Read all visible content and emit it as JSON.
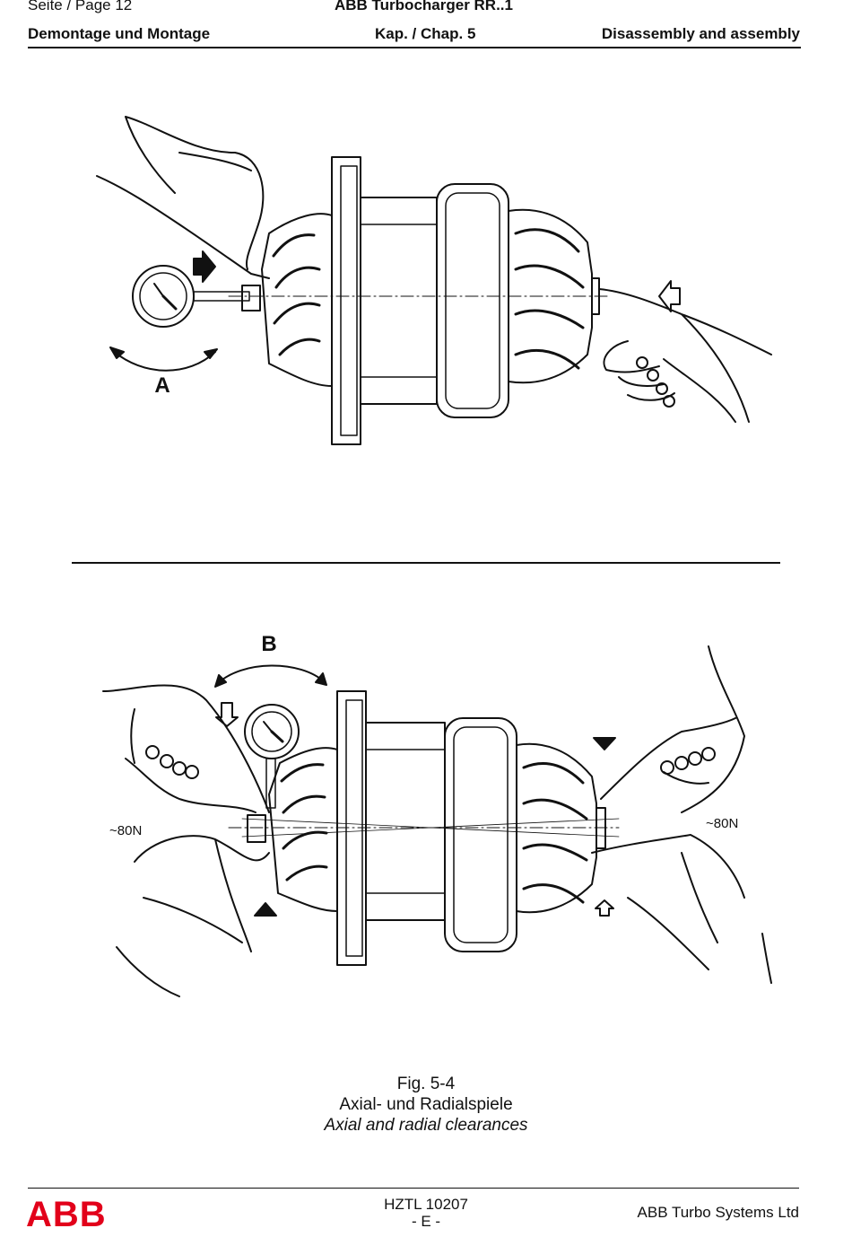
{
  "header": {
    "page_label": "Seite / Page  12",
    "product_title": "ABB Turbocharger RR..1",
    "section_de": "Demontage und Montage",
    "chapter": "Kap. / Chap. 5",
    "section_en": "Disassembly and assembly"
  },
  "figure": {
    "top_label": "A",
    "bottom_label": "B",
    "force_left": "~80N",
    "force_right": "~80N",
    "fig_number": "Fig. 5-4",
    "caption_de": "Axial- und Radialspiele",
    "caption_en": "Axial and radial clearances"
  },
  "footer": {
    "logo_text": "ABB",
    "doc_number": "HZTL 10207",
    "edition": "- E -",
    "company": "ABB Turbo Systems Ltd"
  },
  "colors": {
    "logo_red": "#e2001a",
    "ink": "#111111"
  }
}
